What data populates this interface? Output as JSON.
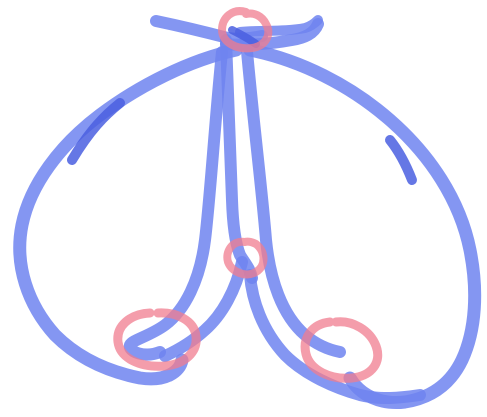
{
  "drawing": {
    "background": "#ffffff",
    "stroke_color": "#6f84f0",
    "stroke_dark_color": "#4a5fe0",
    "stroke_opacity": 0.85,
    "highlight_color": "#f07c8f",
    "highlight_opacity": 0.75,
    "stroke_count": 9,
    "highlight_count": 4
  }
}
